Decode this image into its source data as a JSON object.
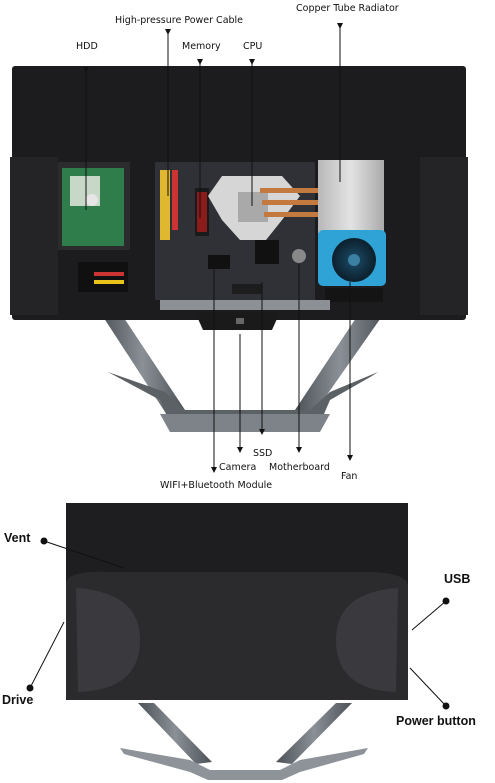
{
  "top_labels": {
    "hdd": "HDD",
    "high_pressure_cable": "High-pressure Power Cable",
    "memory": "Memory",
    "cpu": "CPU",
    "copper_tube_radiator": "Copper Tube Radiator",
    "camera": "Camera",
    "ssd": "SSD",
    "motherboard": "Motherboard",
    "fan": "Fan",
    "wifi_bluetooth": "WIFI+Bluetooth Module"
  },
  "bottom_labels": {
    "vent": "Vent",
    "usb": "USB",
    "drive": "Drive",
    "power_button": "Power button"
  },
  "colors": {
    "chassis": "#1c1c1e",
    "stand": "#6d7278",
    "fan_blue": "#2fa3d6",
    "heatsink": "#c9c9c9",
    "board": "#2f3136"
  }
}
